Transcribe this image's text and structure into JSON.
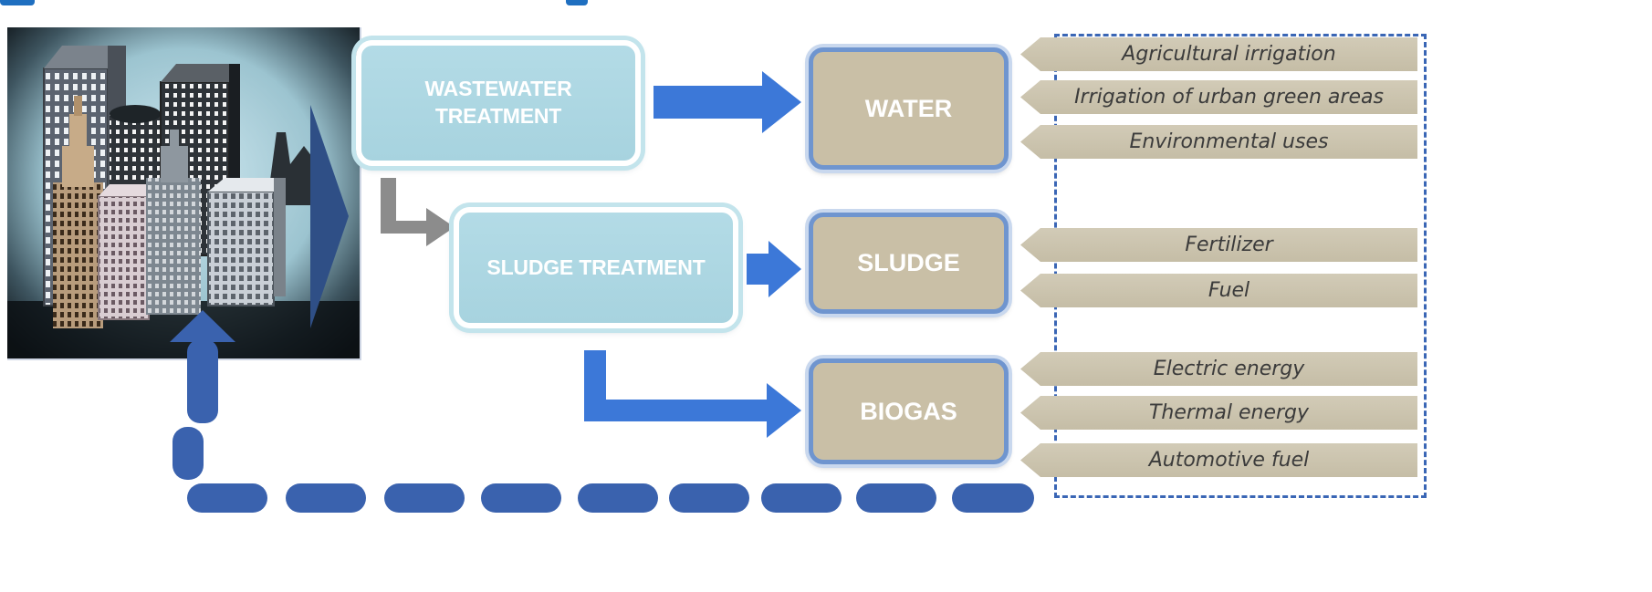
{
  "treatments": {
    "wastewater": "WASTEWATER\nTREATMENT",
    "sludge": "SLUDGE TREATMENT"
  },
  "products": {
    "water": "WATER",
    "sludge": "SLUDGE",
    "biogas": "BIOGAS"
  },
  "uses": {
    "water": [
      "Agricultural irrigation",
      "Irrigation of urban green areas",
      "Environmental uses"
    ],
    "sludge": [
      "Fertilizer",
      "Fuel"
    ],
    "biogas": [
      "Electric energy",
      "Thermal energy",
      "Automotive fuel"
    ]
  },
  "colors": {
    "treatment_fill": "#a7d3df",
    "product_fill": "#c9bfa6",
    "product_border": "#6f95cf",
    "arrow_blue": "#3c78d8",
    "arrow_gray": "#8c8c8c",
    "return_path": "#3a62ae",
    "use_banner": "#c9c1aa"
  },
  "icons": {
    "city": "city-buildings-icon"
  }
}
